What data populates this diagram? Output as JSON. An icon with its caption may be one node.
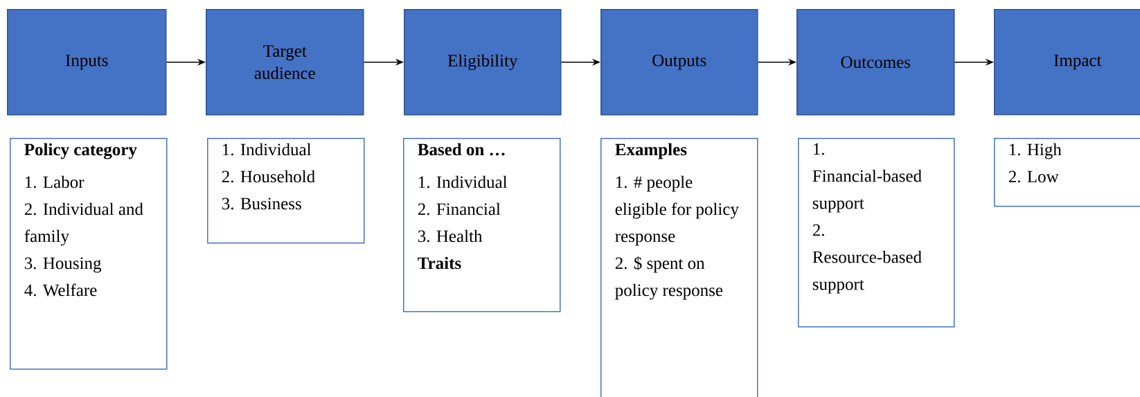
{
  "diagram": {
    "nodes": [
      {
        "text": [
          "Inputs"
        ]
      },
      {
        "text": [
          "Target audience"
        ]
      },
      {
        "text": [
          "Eligibility"
        ]
      },
      {
        "text": [
          "Outputs"
        ]
      },
      {
        "text": [
          "Outcomes"
        ]
      },
      {
        "text": [
          "Impact"
        ]
      },
      {
        "text": [
          "Policy category",
          "1. Labor",
          "2. Individual and family",
          "3. Housing",
          "4. Welfare"
        ]
      },
      {
        "text": [
          "1. Individual",
          "2. Household",
          "3. Business"
        ]
      },
      {
        "text": [
          "Based on …",
          "1. Individual",
          "2. Financial",
          "3. Health",
          "Traits"
        ]
      },
      {
        "text": [
          "Examples",
          "1. # people eligible for policy response",
          "2. $ spent on policy response"
        ]
      },
      {
        "text": [
          "1. Financial-based support",
          "2. Resource-based support"
        ]
      },
      {
        "text": [
          "1. High",
          "2. Low"
        ]
      }
    ],
    "edges": [
      {
        "from": 0,
        "to": 1,
        "arrow": "to"
      },
      {
        "from": 1,
        "to": 2,
        "arrow": "to"
      },
      {
        "from": 2,
        "to": 3,
        "arrow": "to"
      },
      {
        "from": 3,
        "to": 4,
        "arrow": "to"
      },
      {
        "from": 4,
        "to": 5,
        "arrow": "to"
      }
    ]
  }
}
